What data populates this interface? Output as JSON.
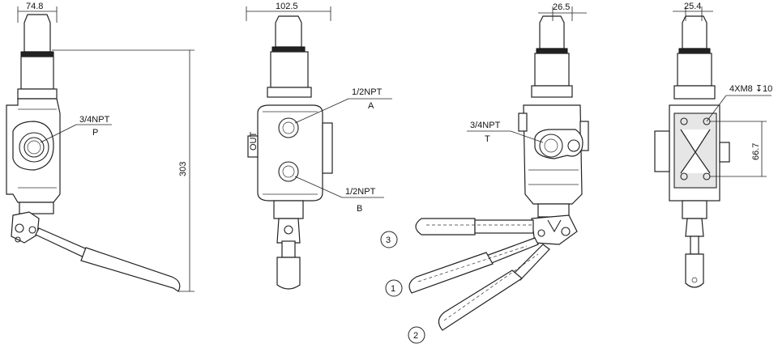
{
  "dimensions": {
    "view1_width": "74.8",
    "view1_height": "303",
    "view2_width": "102.5",
    "view3_width": "26.5",
    "view4_width": "25.4",
    "view4_spacing": "66.7",
    "mount_bolts": "4XM8 ↧10"
  },
  "ports": {
    "p": {
      "size": "3/4NPT",
      "name": "P"
    },
    "a": {
      "size": "1/2NPT",
      "name": "A"
    },
    "b": {
      "size": "1/2NPT",
      "name": "B"
    },
    "t": {
      "size": "3/4NPT",
      "name": "T"
    },
    "out_stamp": "OUT"
  },
  "lever_positions": [
    "1",
    "2",
    "3"
  ]
}
